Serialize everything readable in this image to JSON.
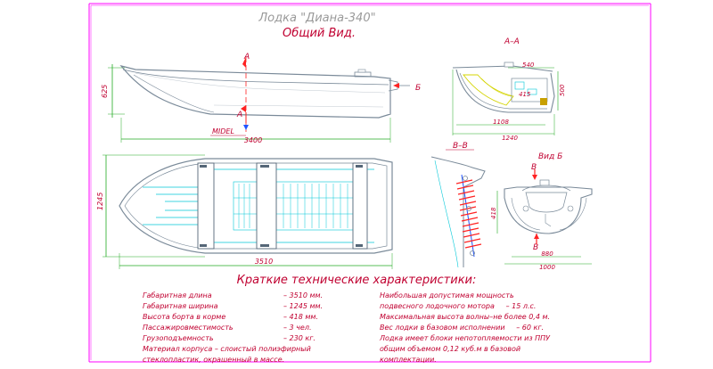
{
  "title": "Лодка \"Диана-340\"",
  "subtitle": "Общий Вид.",
  "section_aa": "А–А",
  "section_bb": "В–В",
  "view_b": "Вид Б",
  "marks": {
    "a": "А",
    "b": "Б",
    "v": "В",
    "midel": "MIDEL"
  },
  "dims": {
    "side_height": "625",
    "side_length": "3400",
    "plan_width": "1245",
    "plan_length": "3510",
    "aa_540": "540",
    "aa_415": "415",
    "aa_500": "500",
    "aa_1108": "1108",
    "aa_1240": "1240",
    "vb_418": "418",
    "vb_880": "880",
    "vb_1000": "1000"
  },
  "specs": {
    "heading": "Краткие технические характеристики:",
    "left": [
      {
        "label": "Габаритная длина",
        "value": "– 3510 мм."
      },
      {
        "label": "Габаритная ширина",
        "value": "– 1245 мм."
      },
      {
        "label": "Высота борта в корме",
        "value": "– 418 мм."
      },
      {
        "label": "Пассажировместимость",
        "value": "– 3 чел."
      },
      {
        "label": "Грузоподъемность",
        "value": "– 230 кг."
      }
    ],
    "left_extra": [
      "Материал корпуса – слоистый полиэфирный",
      "стеклопластик, окрашенный в массе."
    ],
    "right": [
      "Наибольшая допустимая мощность",
      "подвесного лодочного мотора     – 15 л.с.",
      "Максимальная высота волны–не более 0,4 м.",
      "Вес лодки в базовом исполнении     – 60 кг.",
      "Лодка имеет блоки непотопляемости из ППУ",
      "общим объемом 0,12 куб.м в базовой",
      "комплектации."
    ]
  },
  "colors": {
    "frame": "#ff00ff",
    "text": "#c00030",
    "title": "#9a9a9a",
    "hull": "#7a8a99",
    "dim": "#22aa22",
    "cyan": "#00c8d8",
    "blue": "#2255ff",
    "red": "#ff2222",
    "yellow": "#d4d400"
  }
}
